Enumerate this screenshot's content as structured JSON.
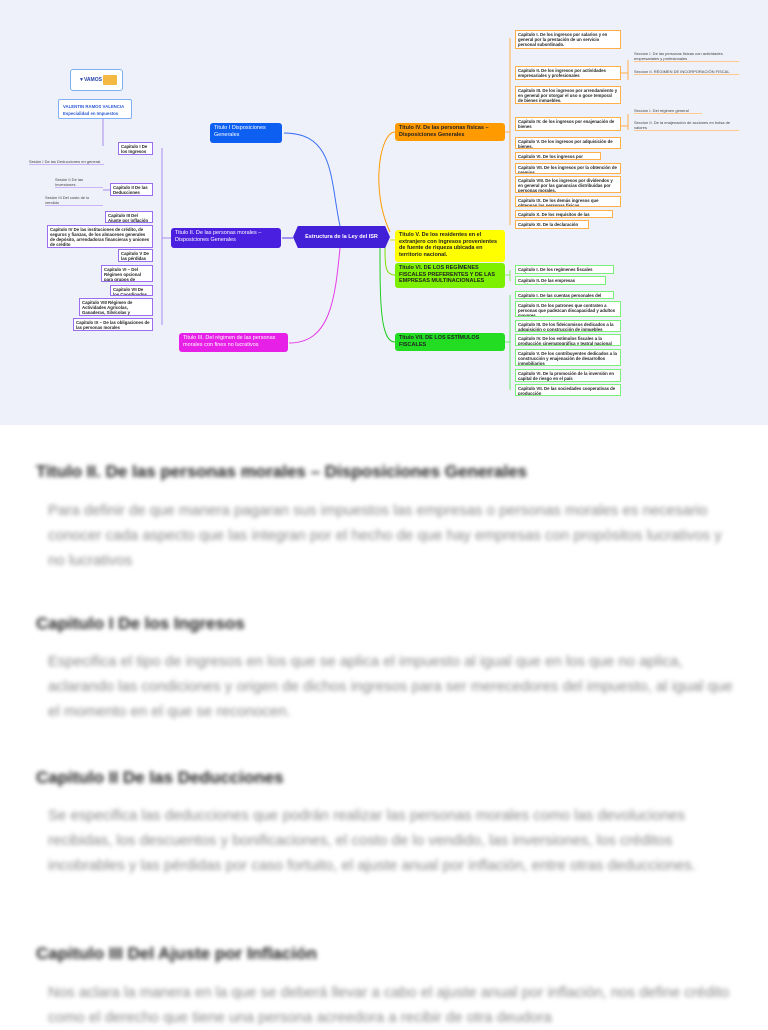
{
  "map": {
    "logo_text": "VAMOS ESPECIALIDAD EN IMPUESTOS",
    "author": "VALENTIN RAMOS VALENCIA",
    "subtitle": "Especialidad en Impuestos",
    "center": "Estructura de la Ley del ISR",
    "titulo_1": "Titulo I Disposiciones Generales",
    "titulo_2": "Titulo II. De las personas morales – Disposiciones Generales",
    "titulo_3": "Titulo III. Del régimen de las personas morales con fines no lucrativos",
    "titulo_4": "Titulo IV. De las personas físicas – Disposiciones Generales",
    "titulo_5": "Titulo V. De los residentes en el extranjero con ingresos provenientes de fuente de riqueza ubicada en territorio nacional.",
    "titulo_6": "Titulo VI. DE LOS REGÍMENES FISCALES PREFERENTES Y DE LAS EMPRESAS MULTINACIONALES",
    "titulo_7": "Titulo VII. DE LOS ESTÍMULOS FISCALES",
    "t2_children": [
      "Capitulo I De los Ingresos",
      "Capitulo II De las Deducciones",
      "Capitulo III Del Ajuste por inflación",
      "Capitulo IV De las instituciones de crédito, de seguros y fianzas, de los almacenes generales de depósito, arrendadoras financieras y uniones de crédito",
      "Capitulo V De las pérdidas",
      "Capitulo VI – Del Régimen opcional para grupos de sociedades",
      "Capitulo VII De los Coordinados",
      "Capitulo VIII Régimen de Actividades Agrícolas, Ganaderas, Silvícolas y Pesqueras",
      "Capitulo IX – De las obligaciones de las personas morales"
    ],
    "t2_sections": [
      "Sesión I De las Deducciones en general.",
      "Sesión II De las Inversiones",
      "Sesión III Del costo de lo vendido"
    ],
    "t4_children": [
      "Capitulo I. De los ingresos por salarios y en general por la prestación de un servicio personal subordinado.",
      "Capitulo II. De los ingresos por actividades empresariales y profesionales",
      "Capitulo III. De los ingresos por arrendamiento y en general por otorgar el uso o goce temporal de bienes inmuebles.",
      "Capitulo IV. de los ingresos por enajenación de bienes",
      "Capitulo V. De los ingresos por adquisición de bienes.",
      "Capitulo VI. De los ingresos por intereses",
      "Capitulo VII. De los ingresos por la obtención de premios",
      "Capitulo VIII. De los ingresos por dividendos y en general por las ganancias distribuidas por personas morales.",
      "Capitulo IX. De los demás ingresos que obtengan las personas físicas",
      "Capitulo X. De los requisitos de las deducciones.",
      "Capitulo XI. De la declaración Anual."
    ],
    "t4_sections": [
      "Seccion I. De las personas físicas con actividades empresariales y profesionales",
      "Seccion II. RÉGIMEN DE INCORPORACIÓN FISCAL",
      "Seccion I. Del régimen general",
      "Seccion II. De la enajenación de acciones en bolsa de valores"
    ],
    "t6_children": [
      "Capitulo I. De los regímenes fiscales preferentes",
      "Capitulo II. De las empresas multinacionales"
    ],
    "t7_children": [
      "Capitulo I. De las cuentas personales del ahorro",
      "Capitulo II. De los patrones que contraten a personas que padezcan discapacidad y adultos mayores",
      "Capitulo III. De los fideicomisos dedicados a la adquisición o construcción de inmuebles",
      "Capitulo IV. De los estímulos fiscales a la producción cinematográfica y teatral nacional",
      "Capitulo V. De los contribuyentes dedicados a la construcción y enajenación de desarrollos inmobiliarios",
      "Capitulo VI. De la promoción de la inversión en capital de riesgo en el país",
      "Capitulo VII. De las sociedades cooperativas de producción"
    ]
  },
  "doc": {
    "sections": [
      {
        "heading": "Titulo II. De las personas morales – Disposiciones Generales",
        "text": "Para definir de que manera pagaran sus impuestos las empresas o personas morales es necesario conocer cada aspecto que las integran por el hecho de que hay empresas con propósitos lucrativos y no lucrativos"
      },
      {
        "heading": "Capitulo I De los Ingresos",
        "text": "Especifica el tipo de ingresos en los que se aplica el impuesto al igual que en los que no aplica, aclarando las condiciones y origen de dichos ingresos para ser merecedores del impuesto, al igual que el momento en el que se reconocen."
      },
      {
        "heading": "Capitulo II De las Deducciones",
        "text": "Se especifica las deducciones que podrán realizar las personas morales como las devoluciones recibidas, los descuentos y bonificaciones, el costo de lo vendido, las inversiones, los créditos incobrables y las pérdidas por caso fortuito, el ajuste anual por inflación, entre otras deducciones."
      },
      {
        "heading": "Capitulo III Del Ajuste por Inflación",
        "text": "Nos aclara la manera en la que se deberá llevar a cabo el ajuste anual por inflación, nos define crédito como el derecho que tiene una persona acreedora a recibir de otra deudora"
      }
    ]
  }
}
